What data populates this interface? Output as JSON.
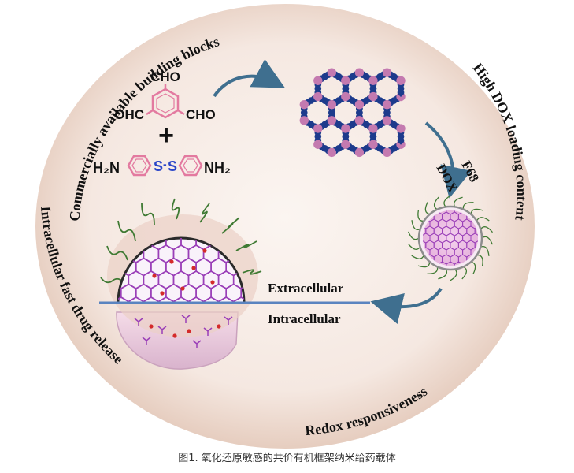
{
  "figure": {
    "arc_labels": {
      "top": "Commercially available  building blocks",
      "right": "High DOX loading content",
      "bottom_right": "Redox responsiveness",
      "left": "Intracellular fast drug release"
    },
    "chemistry": {
      "cho_top": "CHO",
      "cho_left": "OHC",
      "cho_right": "CHO",
      "plus": "+",
      "amine_left": "H₂N",
      "disulfide_s1": "S",
      "disulfide_dash": "-",
      "disulfide_s2": "S",
      "amine_right": "NH₂"
    },
    "loading_labels": {
      "f68": "F68",
      "dox": "DOX"
    },
    "membrane_labels": {
      "outside": "Extracellular",
      "inside": "Intracellular"
    },
    "colors": {
      "circle_center": "#f9f1ec",
      "circle_edge": "#e8d2c6",
      "arrow": "#3f6f8f",
      "framework": "#9a3fb8",
      "atom_blue": "#1d3b8c",
      "atom_pink": "#c47ab0",
      "polymer": "#3f7a33",
      "membrane": "#5a84c0",
      "cell": "#e3c2d8"
    }
  },
  "caption": "图1. 氧化还原敏感的共价有机框架纳米给药载体"
}
